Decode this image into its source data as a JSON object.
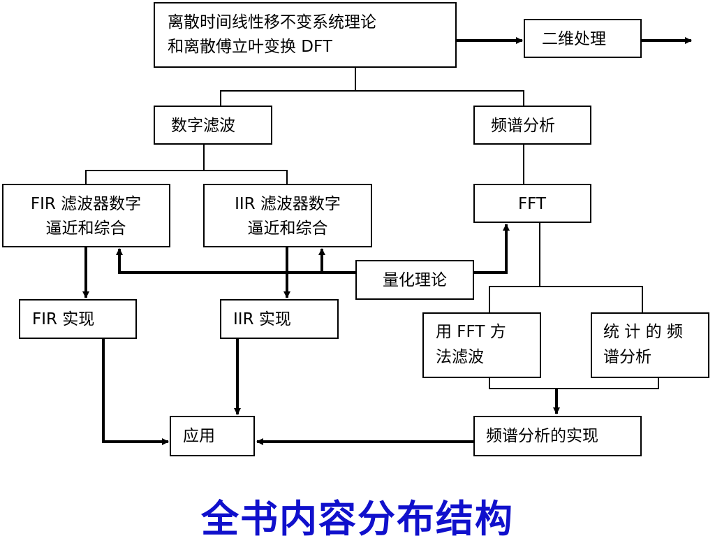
{
  "title": "全书内容分布结构",
  "title_color": "#1010cc",
  "nodes": {
    "theory": {
      "line1": "离散时间线性移不变系统理论",
      "line2": "和离散傅立叶变换 DFT"
    },
    "two_d": {
      "label": "二维处理"
    },
    "digital_filter": {
      "label": "数字滤波"
    },
    "spectrum_analysis": {
      "label": "频谱分析"
    },
    "fir_design": {
      "line1": "FIR 滤波器数字",
      "line2": "逼近和综合"
    },
    "iir_design": {
      "line1": "IIR 滤波器数字",
      "line2": "逼近和综合"
    },
    "fft": {
      "label": "FFT"
    },
    "quantization": {
      "label": "量化理论"
    },
    "fir_impl": {
      "label": "FIR 实现"
    },
    "iir_impl": {
      "label": "IIR 实现"
    },
    "fft_filter": {
      "line1": "用 FFT 方",
      "line2": "法滤波"
    },
    "statistical_spectrum": {
      "line1": "统 计 的 频",
      "line2": "谱分析"
    },
    "application": {
      "label": "应用"
    },
    "spectrum_impl": {
      "label": "频谱分析的实现"
    }
  }
}
